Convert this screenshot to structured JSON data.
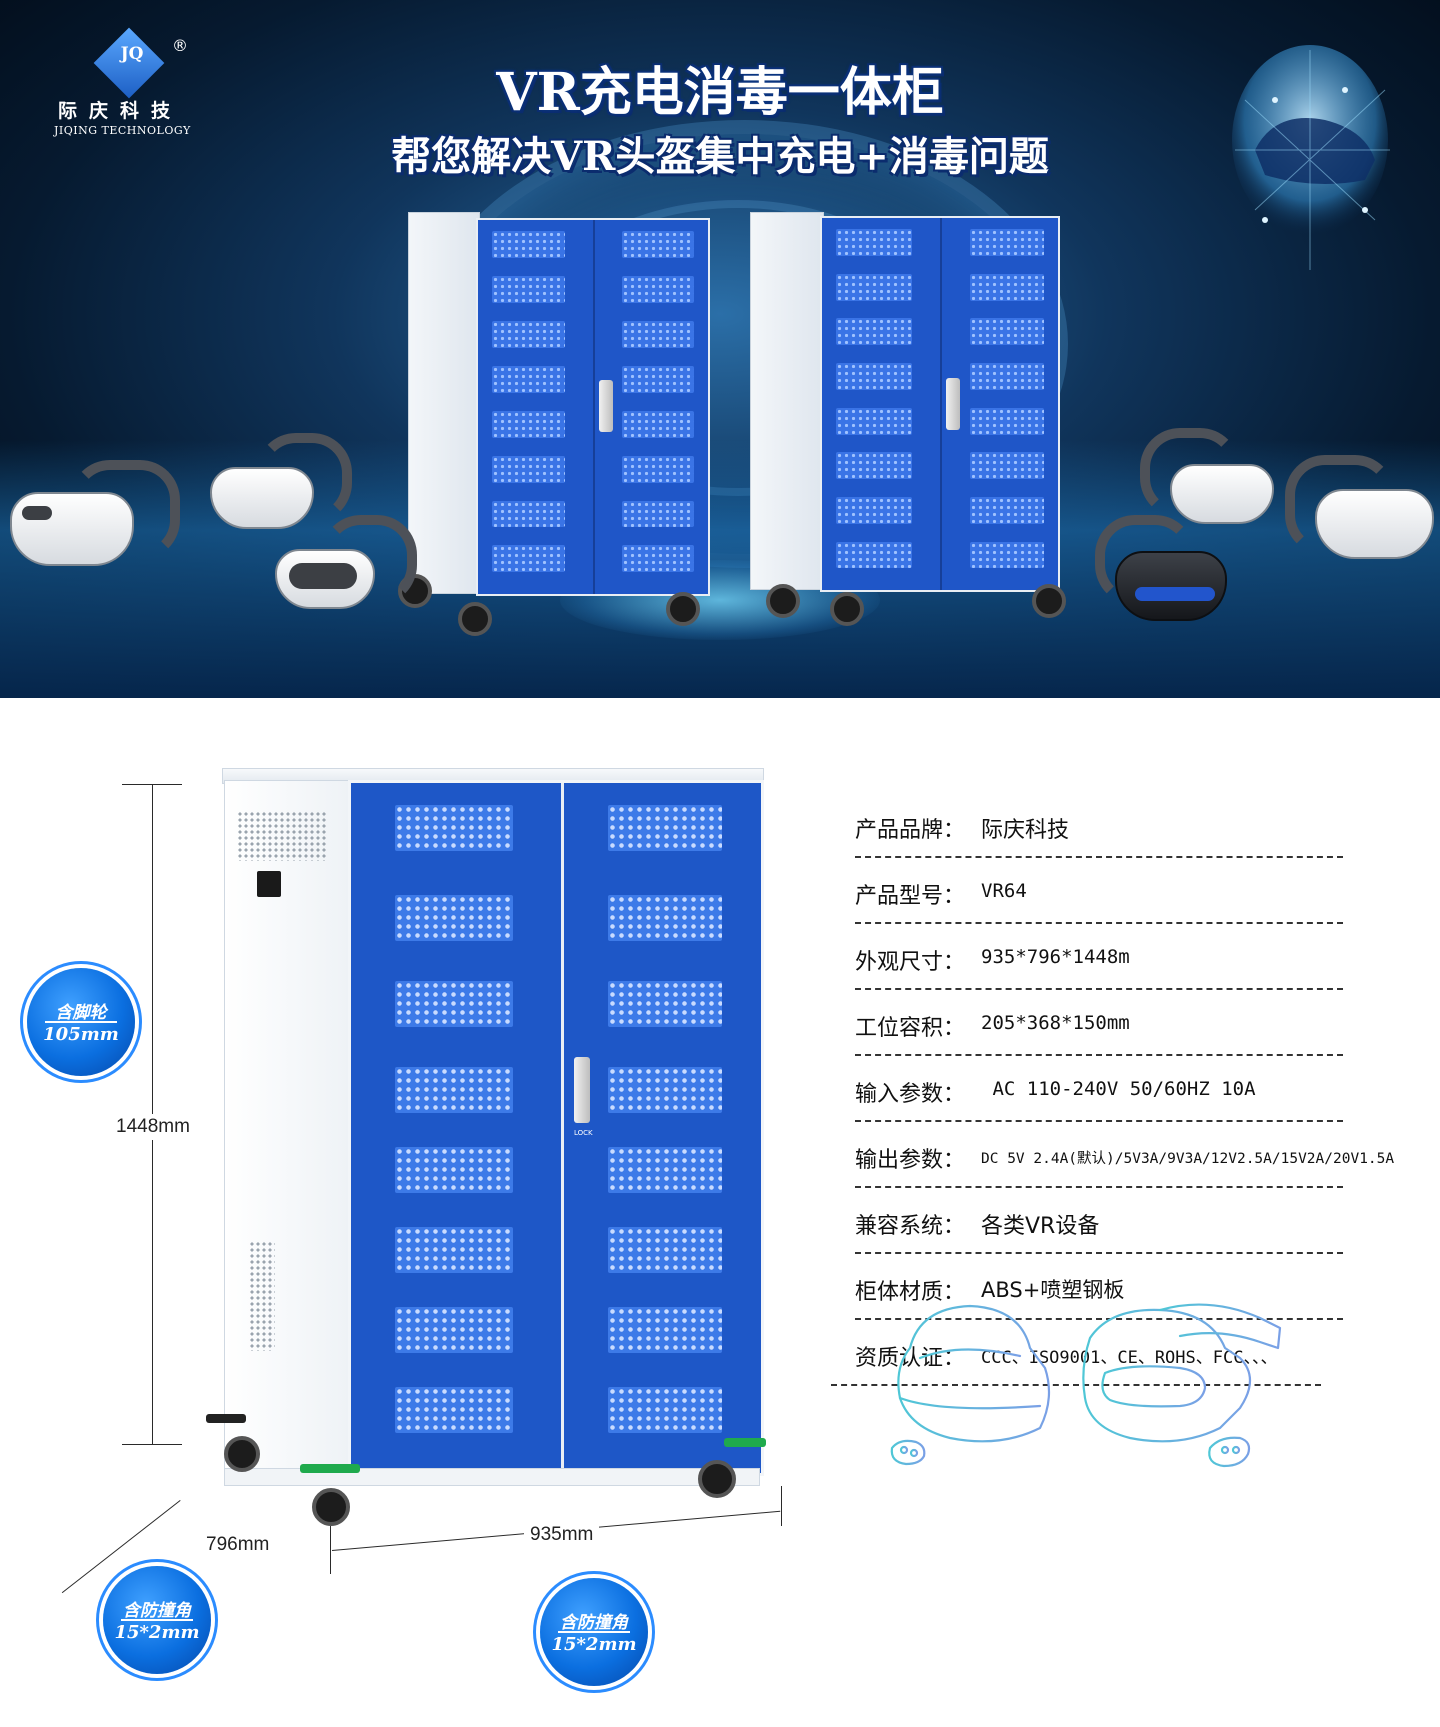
{
  "brand": {
    "mark": "JQ",
    "registered": "®",
    "name_cn": "际庆科技",
    "name_en": "JIQING TECHNOLOGY"
  },
  "hero": {
    "title": "VR充电消毒一体柜",
    "subtitle": "帮您解决VR头盔集中充电+消毒问题"
  },
  "dimensions": {
    "height": "1448mm",
    "depth": "796mm",
    "width": "935mm"
  },
  "badges": [
    {
      "line1": "含脚轮",
      "line2": "105mm"
    },
    {
      "line1": "含防撞角",
      "line2": "15*2mm"
    },
    {
      "line1": "含防撞角",
      "line2": "15*2mm"
    }
  ],
  "cabinet_labels": {
    "lock": "LOCK"
  },
  "specs": [
    {
      "label": "产品品牌：",
      "value": "际庆科技"
    },
    {
      "label": "产品型号：",
      "value": "VR64"
    },
    {
      "label": "外观尺寸：",
      "value": "935*796*1448m"
    },
    {
      "label": "工位容积：",
      "value": "205*368*150mm"
    },
    {
      "label": "输入参数：",
      "value": " AC 110-240V 50/60HZ 10A"
    },
    {
      "label": "输出参数：",
      "value": "DC 5V 2.4A(默认)/5V3A/9V3A/12V2.5A/15V2A/20V1.5A"
    },
    {
      "label": "兼容系统：",
      "value": "各类VR设备"
    },
    {
      "label": "柜体材质：",
      "value": "ABS+喷塑钢板"
    },
    {
      "label": "资质认证：",
      "value": "CCC、ISO9001、CE、ROHS、FCC、、、"
    }
  ],
  "colors": {
    "cabinet_blue": "#1e57c7",
    "badge_blue": "#0b6fe0",
    "hero_dark": "#061a30"
  }
}
